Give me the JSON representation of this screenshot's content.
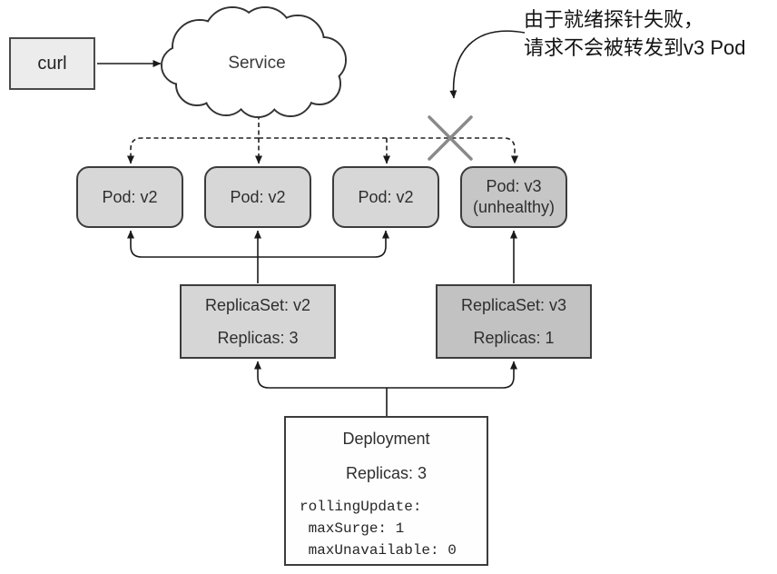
{
  "annotation": {
    "line1": "由于就绪探针失败，",
    "line2": "请求不会被转发到v3 Pod"
  },
  "client": {
    "label": "curl"
  },
  "service": {
    "label": "Service"
  },
  "pods": [
    {
      "label": "Pod: v2",
      "variant": "v2"
    },
    {
      "label": "Pod: v2",
      "variant": "v2"
    },
    {
      "label": "Pod: v2",
      "variant": "v2"
    },
    {
      "label": "Pod: v3",
      "sublabel": "(unhealthy)",
      "variant": "v3"
    }
  ],
  "replicasets": [
    {
      "title": "ReplicaSet: v2",
      "replicas": "Replicas: 3",
      "variant": "v2"
    },
    {
      "title": "ReplicaSet: v3",
      "replicas": "Replicas: 1",
      "variant": "v3"
    }
  ],
  "deployment": {
    "title": "Deployment",
    "replicas": "Replicas: 3",
    "config_lines": [
      "rollingUpdate:",
      " maxSurge: 1",
      " maxUnavailable: 0"
    ]
  },
  "colors": {
    "pod_v2_fill": "#d7d7d7",
    "pod_v3_fill": "#c6c6c6",
    "replicaset_v2_fill": "#d6d6d6",
    "replicaset_v3_fill": "#c2c2c2",
    "curl_fill": "#ececec",
    "deployment_fill": "#fefefe",
    "box_border": "#3c3c3c",
    "line": "#1a1a1a",
    "x_mark": "#8a8a8a"
  }
}
